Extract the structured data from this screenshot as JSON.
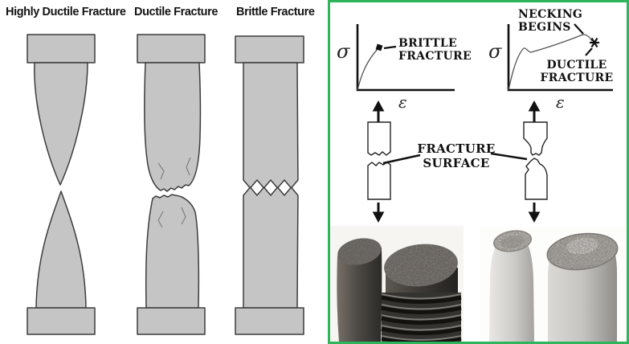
{
  "figure": {
    "left_titles": {
      "highly_ductile": "Highly Ductile Fracture",
      "ductile": "Ductile Fracture",
      "brittle": "Brittle Fracture"
    },
    "right_panel": {
      "border_color": "#2eb45a",
      "brittle_graph": {
        "sigma": "σ",
        "epsilon": "ε",
        "label_line1": "BRITTLE",
        "label_line2": "FRACTURE"
      },
      "ductile_graph": {
        "sigma": "σ",
        "epsilon": "ε",
        "necking_line1": "NECKING",
        "necking_line2": "BEGINS",
        "label_line1": "DUCTILE",
        "label_line2": "FRACTURE"
      },
      "middle": {
        "fracture_label_line1": "FRACTURE",
        "fracture_label_line2": "SURFACE"
      }
    },
    "colors": {
      "specimen_fill": "#c5c5c5",
      "outline": "#3c3c3c",
      "panel_green": "#2eb45a"
    }
  }
}
